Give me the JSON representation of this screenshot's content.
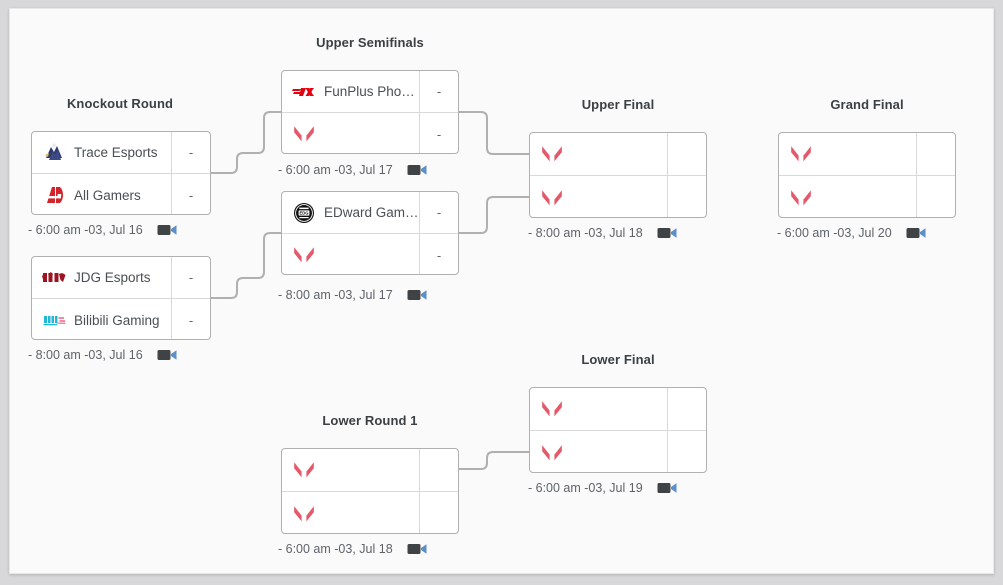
{
  "theme": {
    "page_bg": "#d8d8db",
    "card_bg": "#fafafa",
    "box_border": "#b0b0b0",
    "connector": "#b0b0b0",
    "title_color": "#3c4043",
    "text_color": "#4a4f55",
    "valorant_red": "#e4596a",
    "camera_color": "#3f4346"
  },
  "rounds": [
    {
      "id": "knockout",
      "title": "Knockout Round"
    },
    {
      "id": "upper-semifinals",
      "title": "Upper Semifinals"
    },
    {
      "id": "upper-final",
      "title": "Upper Final"
    },
    {
      "id": "grand-final",
      "title": "Grand Final"
    },
    {
      "id": "lower-round-1",
      "title": "Lower Round 1"
    },
    {
      "id": "lower-final",
      "title": "Lower Final"
    }
  ],
  "matches": [
    {
      "id": "ko-1",
      "round": "knockout",
      "teams": [
        {
          "name": "Trace Esports",
          "logo": "trace-esports-logo",
          "score": "-"
        },
        {
          "name": "All Gamers",
          "logo": "all-gamers-logo",
          "score": "-"
        }
      ],
      "time": "- 6:00 am -03, Jul 16",
      "stream_icon": "camera-icon"
    },
    {
      "id": "ko-2",
      "round": "knockout",
      "teams": [
        {
          "name": "JDG Esports",
          "logo": "jdg-esports-logo",
          "score": "-"
        },
        {
          "name": "Bilibili Gaming",
          "logo": "bilibili-gaming-logo",
          "score": "-"
        }
      ],
      "time": "- 8:00 am -03, Jul 16",
      "stream_icon": "camera-icon"
    },
    {
      "id": "usf-1",
      "round": "upper-semifinals",
      "teams": [
        {
          "name": "FunPlus Phoe…",
          "logo": "funplus-phoenix-logo",
          "score": "-"
        },
        {
          "name": "",
          "logo": "valorant-logo",
          "score": "-"
        }
      ],
      "time": "- 6:00 am -03, Jul 17",
      "stream_icon": "camera-icon"
    },
    {
      "id": "usf-2",
      "round": "upper-semifinals",
      "teams": [
        {
          "name": "EDward Gami…",
          "logo": "edward-gaming-logo",
          "score": "-"
        },
        {
          "name": "",
          "logo": "valorant-logo",
          "score": "-"
        }
      ],
      "time": "- 8:00 am -03, Jul 17",
      "stream_icon": "camera-icon"
    },
    {
      "id": "uf-1",
      "round": "upper-final",
      "teams": [
        {
          "name": "",
          "logo": "valorant-logo",
          "score": ""
        },
        {
          "name": "",
          "logo": "valorant-logo",
          "score": ""
        }
      ],
      "time": "- 8:00 am -03, Jul 18",
      "stream_icon": "camera-icon"
    },
    {
      "id": "gf-1",
      "round": "grand-final",
      "teams": [
        {
          "name": "",
          "logo": "valorant-logo",
          "score": ""
        },
        {
          "name": "",
          "logo": "valorant-logo",
          "score": ""
        }
      ],
      "time": "- 6:00 am -03, Jul 20",
      "stream_icon": "camera-icon"
    },
    {
      "id": "lr1-1",
      "round": "lower-round-1",
      "teams": [
        {
          "name": "",
          "logo": "valorant-logo",
          "score": ""
        },
        {
          "name": "",
          "logo": "valorant-logo",
          "score": ""
        }
      ],
      "time": "- 6:00 am -03, Jul 18",
      "stream_icon": "camera-icon"
    },
    {
      "id": "lf-1",
      "round": "lower-final",
      "teams": [
        {
          "name": "",
          "logo": "valorant-logo",
          "score": ""
        },
        {
          "name": "",
          "logo": "valorant-logo",
          "score": ""
        }
      ],
      "time": "- 6:00 am -03, Jul 19",
      "stream_icon": "camera-icon"
    }
  ]
}
